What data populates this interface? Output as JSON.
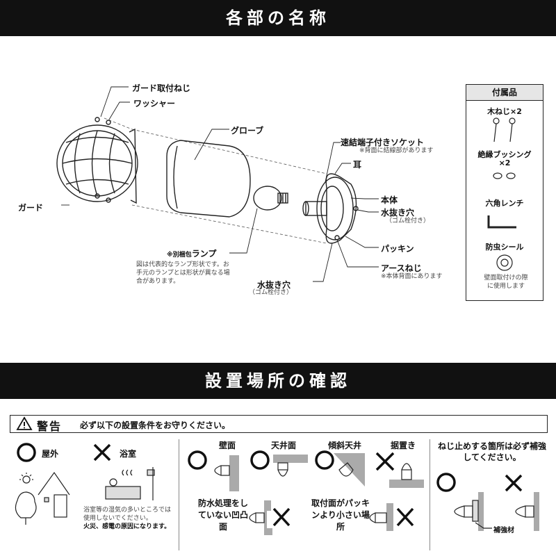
{
  "header": {
    "title": "各部の名称"
  },
  "parts": {
    "guard_screw": "ガード取付ねじ",
    "washer": "ワッシャー",
    "globe": "グローブ",
    "guard": "ガード",
    "lamp_prefix": "※別梱包",
    "lamp": "ランプ",
    "lamp_note": "図は代表的なランプ形状です。お手元のランプとは形状が異なる場合があります。",
    "socket": "速結端子付きソケット",
    "socket_note": "※背面に結線部があります",
    "ear": "耳",
    "body": "本体",
    "drain_right": "水抜き穴",
    "drain_right_sub": "（ゴム栓付き）",
    "packing": "パッキン",
    "earth_screw": "アースねじ",
    "earth_note": "※本体背面にあります",
    "drain_bottom": "水抜き穴",
    "drain_bottom_sub": "（ゴム栓付き）"
  },
  "accessories": {
    "title": "付属品",
    "wood_screw": "木ねじ×2",
    "bushing_line1": "絶縁ブッシング",
    "bushing_line2": "×2",
    "hex_wrench": "六角レンチ",
    "insect_seal": "防虫シール",
    "insect_note": "壁面取付けの際に使用します"
  },
  "section2": {
    "title": "設置場所の確認"
  },
  "warning": {
    "title": "警告",
    "text": "必ず以下の設置条件をお守りください。"
  },
  "conditions": {
    "outdoor": "屋外",
    "bathroom": "浴室",
    "bathroom_note": "浴室等の湿気の多いところでは使用しないでください。",
    "bathroom_note_bold": "火災、感電の原因になります。",
    "wall": "壁面",
    "ceiling": "天井面",
    "slope": "傾斜天井",
    "floor": "据置き",
    "uneven": "防水処理をしていない凹凸面",
    "small": "取付面がパッキンより小さい場所",
    "reinforce": "ねじ止めする箇所は必ず補強してください。",
    "reinforce_material": "補強材"
  },
  "colors": {
    "band": "#111111",
    "gray": "#999999"
  }
}
